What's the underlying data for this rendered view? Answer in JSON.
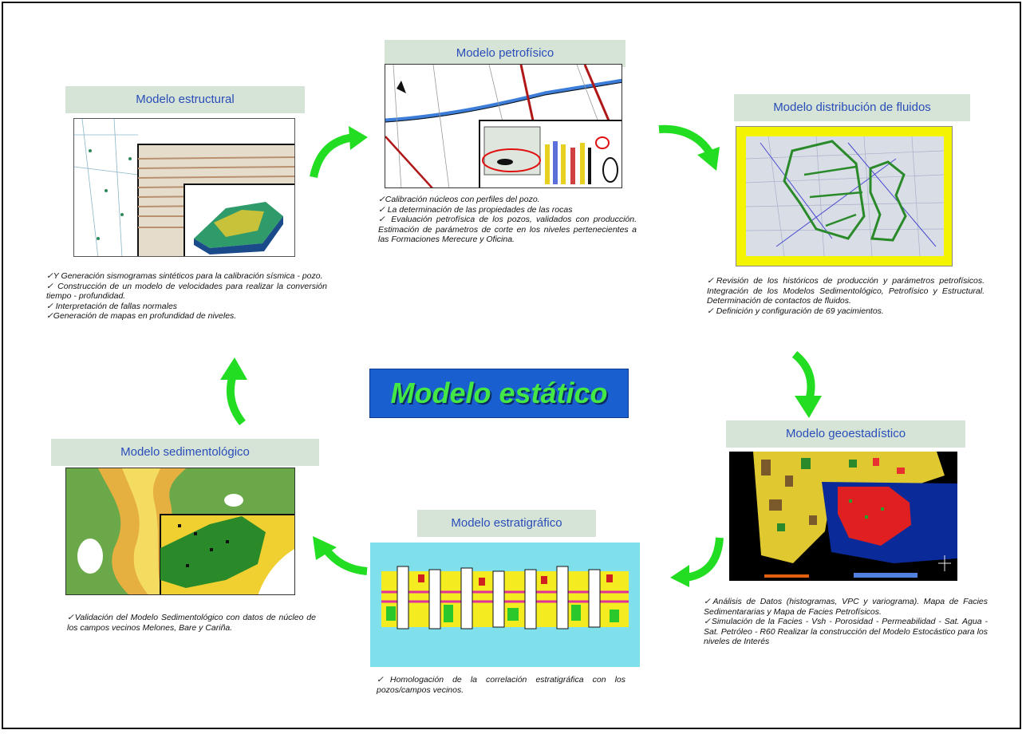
{
  "center_title": "Modelo estático",
  "colors": {
    "header_bg": "#d6e4d8",
    "header_text": "#2a4db8",
    "arrow": "#22dd22",
    "center_bg": "#1a5fd0",
    "center_text": "#44e844"
  },
  "modules": {
    "petrofisico": {
      "title": "Modelo petrofísico",
      "bullets": [
        "✓Calibración núcleos con perfiles del pozo.",
        "✓ La determinación de las propiedades de las rocas",
        "✓ Evaluación petrofísica de los pozos, validados con producción. Estimación de parámetros de corte en los niveles pertenecientes a las Formaciones Merecure y Oficina."
      ]
    },
    "estructural": {
      "title": "Modelo estructural",
      "bullets": [
        "✓Y Generación sismogramas sintéticos para la calibración sísmica - pozo.",
        "✓ Construcción de un modelo de velocidades para realizar la conversión tiempo - profundidad.",
        "✓ Interpretación de fallas normales",
        "✓Generación de mapas en profundidad de niveles."
      ]
    },
    "fluidos": {
      "title": "Modelo distribución de fluidos",
      "bullets": [
        "✓Revisión de los históricos de producción y parámetros petrofísicos. Integración de los Modelos Sedimentológico, Petrofísico y Estructural. Determinación de contactos de fluidos.",
        "✓ Definición y configuración de 69 yacimientos."
      ]
    },
    "geoestadistico": {
      "title": "Modelo geoestadístico",
      "bullets": [
        "✓Análisis de Datos (histogramas, VPC y variograma). Mapa de Facies Sedimentararias y Mapa de Facies Petrofísicos.",
        "✓Simulación de la Facies - Vsh - Porosidad - Permeabilidad - Sat. Agua - Sat. Petróleo - R60 Realizar la construcción del Modelo Estocástico para los niveles de Interés"
      ]
    },
    "estratigrafico": {
      "title": "Modelo estratigráfico",
      "bullets": [
        "✓Homologación de la correlación estratigráfica con los pozos/campos vecinos."
      ]
    },
    "sedimentologico": {
      "title": "Modelo sedimentológico",
      "bullets": [
        "✓Validación del Modelo Sedimentológico con datos de núcleo de los campos vecinos Melones, Bare y Cariña."
      ]
    }
  }
}
